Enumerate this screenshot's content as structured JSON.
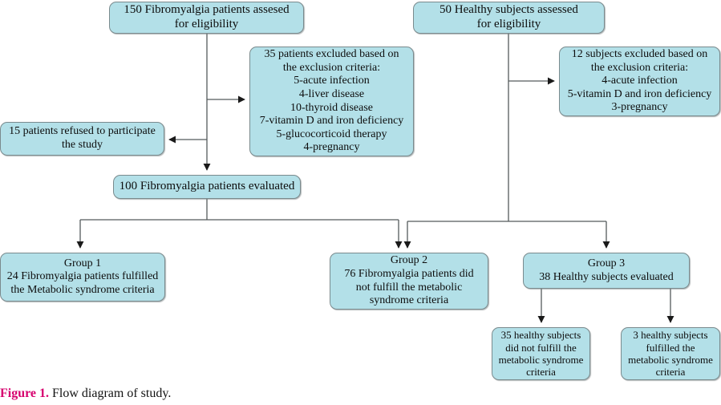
{
  "figure": {
    "label": "Figure 1.",
    "caption": "Flow diagram of study.",
    "label_color": "#d6006e"
  },
  "theme": {
    "node_fill": "#b3e0e8",
    "node_border": "#7a8a8d",
    "connector_color": "#404040",
    "text_color": "#0d0d0d",
    "background": "#ffffff"
  },
  "diagram": {
    "type": "flowchart",
    "title": "Flow diagram of study",
    "nodes": [
      {
        "id": "fm-assessed",
        "text": "150 Fibromyalgia patients assesed\nfor eligibility"
      },
      {
        "id": "healthy-assessed",
        "text": "50 Healthy subjects assessed\nfor eligibility"
      },
      {
        "id": "fm-excluded",
        "text": "35 patients excluded based on\nthe exclusion criteria:\n5-acute infection\n4-liver disease\n10-thyroid disease\n7-vitamin D and iron deficiency\n5-glucocorticoid therapy\n4-pregnancy"
      },
      {
        "id": "healthy-excluded",
        "text": "12 subjects excluded based on\nthe exclusion criteria:\n4-acute infection\n5-vitamin D and iron deficiency\n3-pregnancy"
      },
      {
        "id": "refused",
        "text": "15 patients refused  to participate\nthe study"
      },
      {
        "id": "fm-evaluated",
        "text": "100 Fibromyalgia patients evaluated"
      },
      {
        "id": "group1",
        "text": "Group 1\n24 Fibromyalgia patients fulfilled\nthe Metabolic syndrome criteria"
      },
      {
        "id": "group2",
        "text": "Group 2\n76 Fibromyalgia patients did\nnot fulfill the metabolic\nsyndrome criteria"
      },
      {
        "id": "group3",
        "text": "Group 3\n38 Healthy subjects evaluated"
      },
      {
        "id": "healthy-nomets",
        "text": "35 healthy subjects\ndid not fulfill the\nmetabolic syndrome\ncriteria"
      },
      {
        "id": "healthy-mets",
        "text": "3 healthy subjects\nfulfilled the\nmetabolic syndrome\ncriteria"
      }
    ],
    "edges": [
      {
        "from": "fm-assessed",
        "to": "fm-excluded"
      },
      {
        "from": "fm-assessed",
        "to": "refused"
      },
      {
        "from": "fm-assessed",
        "to": "fm-evaluated"
      },
      {
        "from": "healthy-assessed",
        "to": "healthy-excluded"
      },
      {
        "from": "healthy-assessed",
        "to": "group2"
      },
      {
        "from": "healthy-assessed",
        "to": "group3"
      },
      {
        "from": "fm-evaluated",
        "to": "group1"
      },
      {
        "from": "fm-evaluated",
        "to": "group2"
      },
      {
        "from": "group3",
        "to": "healthy-nomets"
      },
      {
        "from": "group3",
        "to": "healthy-mets"
      }
    ]
  }
}
